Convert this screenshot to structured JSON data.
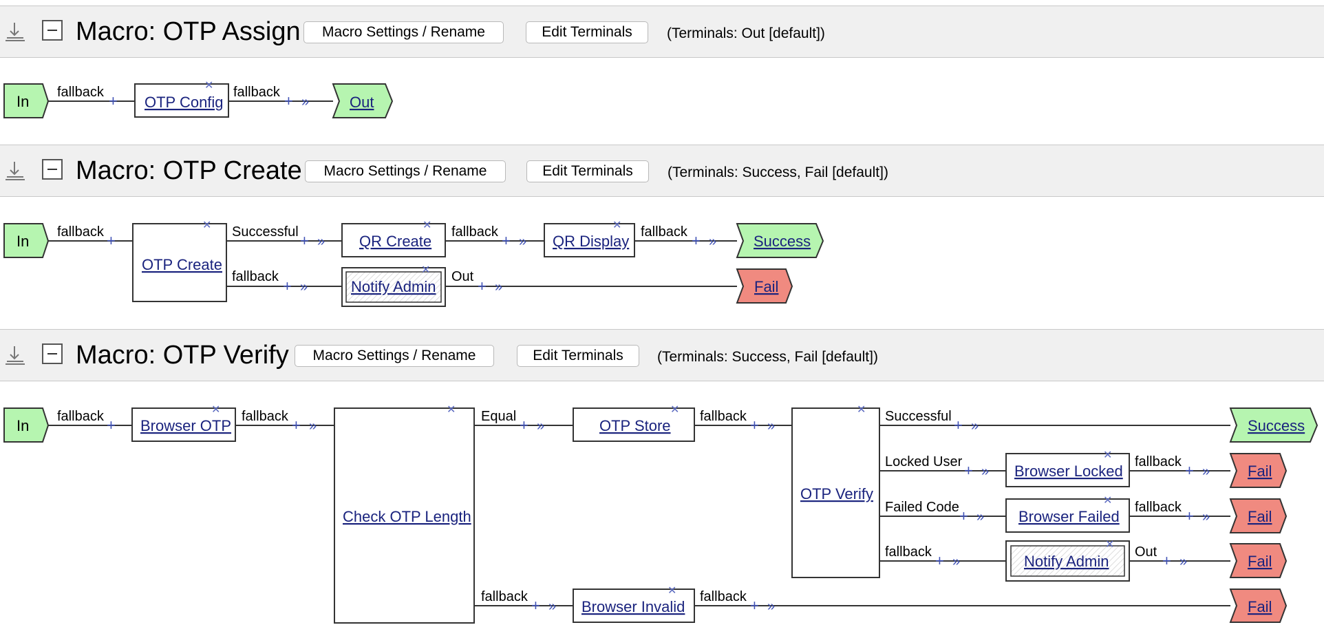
{
  "headers": [
    {
      "title": "Macro: OTP Assign",
      "settings": "Macro Settings / Rename",
      "edit": "Edit Terminals",
      "info": "(Terminals: Out [default])"
    },
    {
      "title": "Macro: OTP Create",
      "settings": "Macro Settings / Rename",
      "edit": "Edit Terminals",
      "info": "(Terminals: Success, Fail [default])"
    },
    {
      "title": "Macro: OTP Verify",
      "settings": "Macro Settings / Rename",
      "edit": "Edit Terminals",
      "info": "(Terminals: Success, Fail [default])"
    }
  ],
  "in_label": "In",
  "assign": {
    "otp_config": "OTP Config",
    "out": "Out",
    "edge_fallback": "fallback"
  },
  "create": {
    "otp_create": "OTP Create",
    "qr_create": "QR Create",
    "qr_display": "QR Display",
    "notify_admin": "Notify Admin",
    "success": "Success",
    "fail": "Fail",
    "edge_fallback": "fallback",
    "edge_successful": "Successful",
    "edge_out": "Out"
  },
  "verify": {
    "browser_otp": "Browser OTP",
    "check_otp_length": "Check OTP Length",
    "otp_store": "OTP Store",
    "otp_verify": "OTP Verify",
    "browser_locked": "Browser Locked",
    "browser_failed": "Browser Failed",
    "notify_admin": "Notify Admin",
    "browser_invalid": "Browser Invalid",
    "success": "Success",
    "fail": "Fail",
    "edge_fallback": "fallback",
    "edge_equal": "Equal",
    "edge_successful": "Successful",
    "edge_locked_user": "Locked User",
    "edge_failed_code": "Failed Code",
    "edge_out": "Out"
  },
  "colors": {
    "terminal_success": "#b6f5b0",
    "terminal_fail": "#f08a80",
    "link": "#1a237e",
    "connector": "#3f51b5"
  }
}
